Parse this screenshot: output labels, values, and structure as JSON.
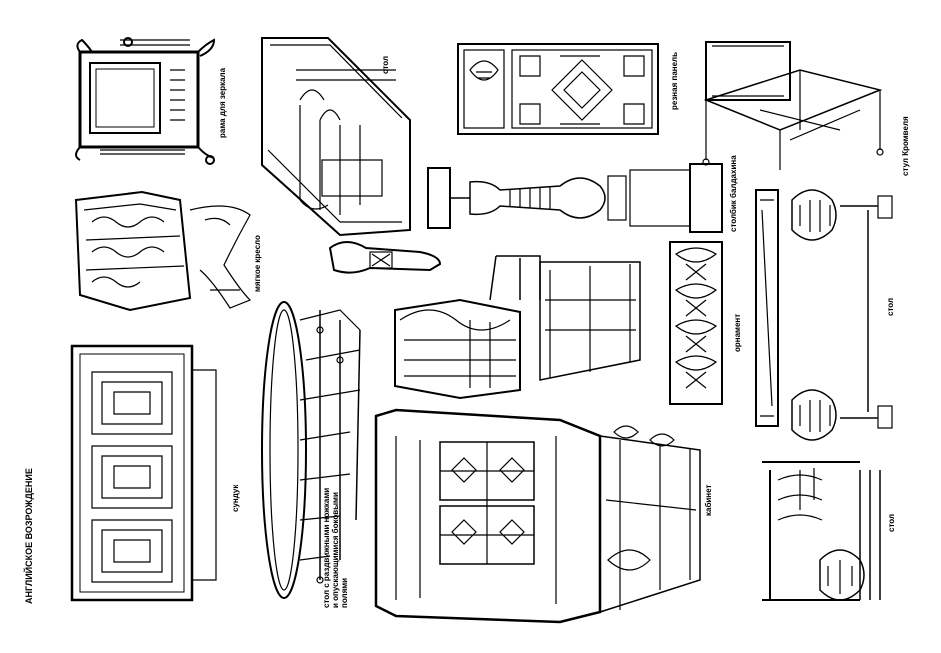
{
  "title": "АНГЛИЙСКОЕ ВОЗРОЖДЕНИЕ",
  "labels": {
    "mirror_frame": "рама для зеркала",
    "table_top_center": "стол",
    "carved_panel": "резная панель",
    "cromwell_chair": "стул Кромвеля",
    "soft_armchair": "мягкое кресло",
    "canopy_post": "столбик балдахина",
    "table_right": "стол",
    "ornament": "орнамент",
    "chest": "сундук",
    "gateleg_table": [
      "стол с раздвижными ножками",
      "и опускающимися боковыми",
      "полями"
    ],
    "cabinet": "кабинет",
    "table_bottom_right": "стол"
  },
  "colors": {
    "ink": "#000000",
    "paper": "#ffffff"
  }
}
